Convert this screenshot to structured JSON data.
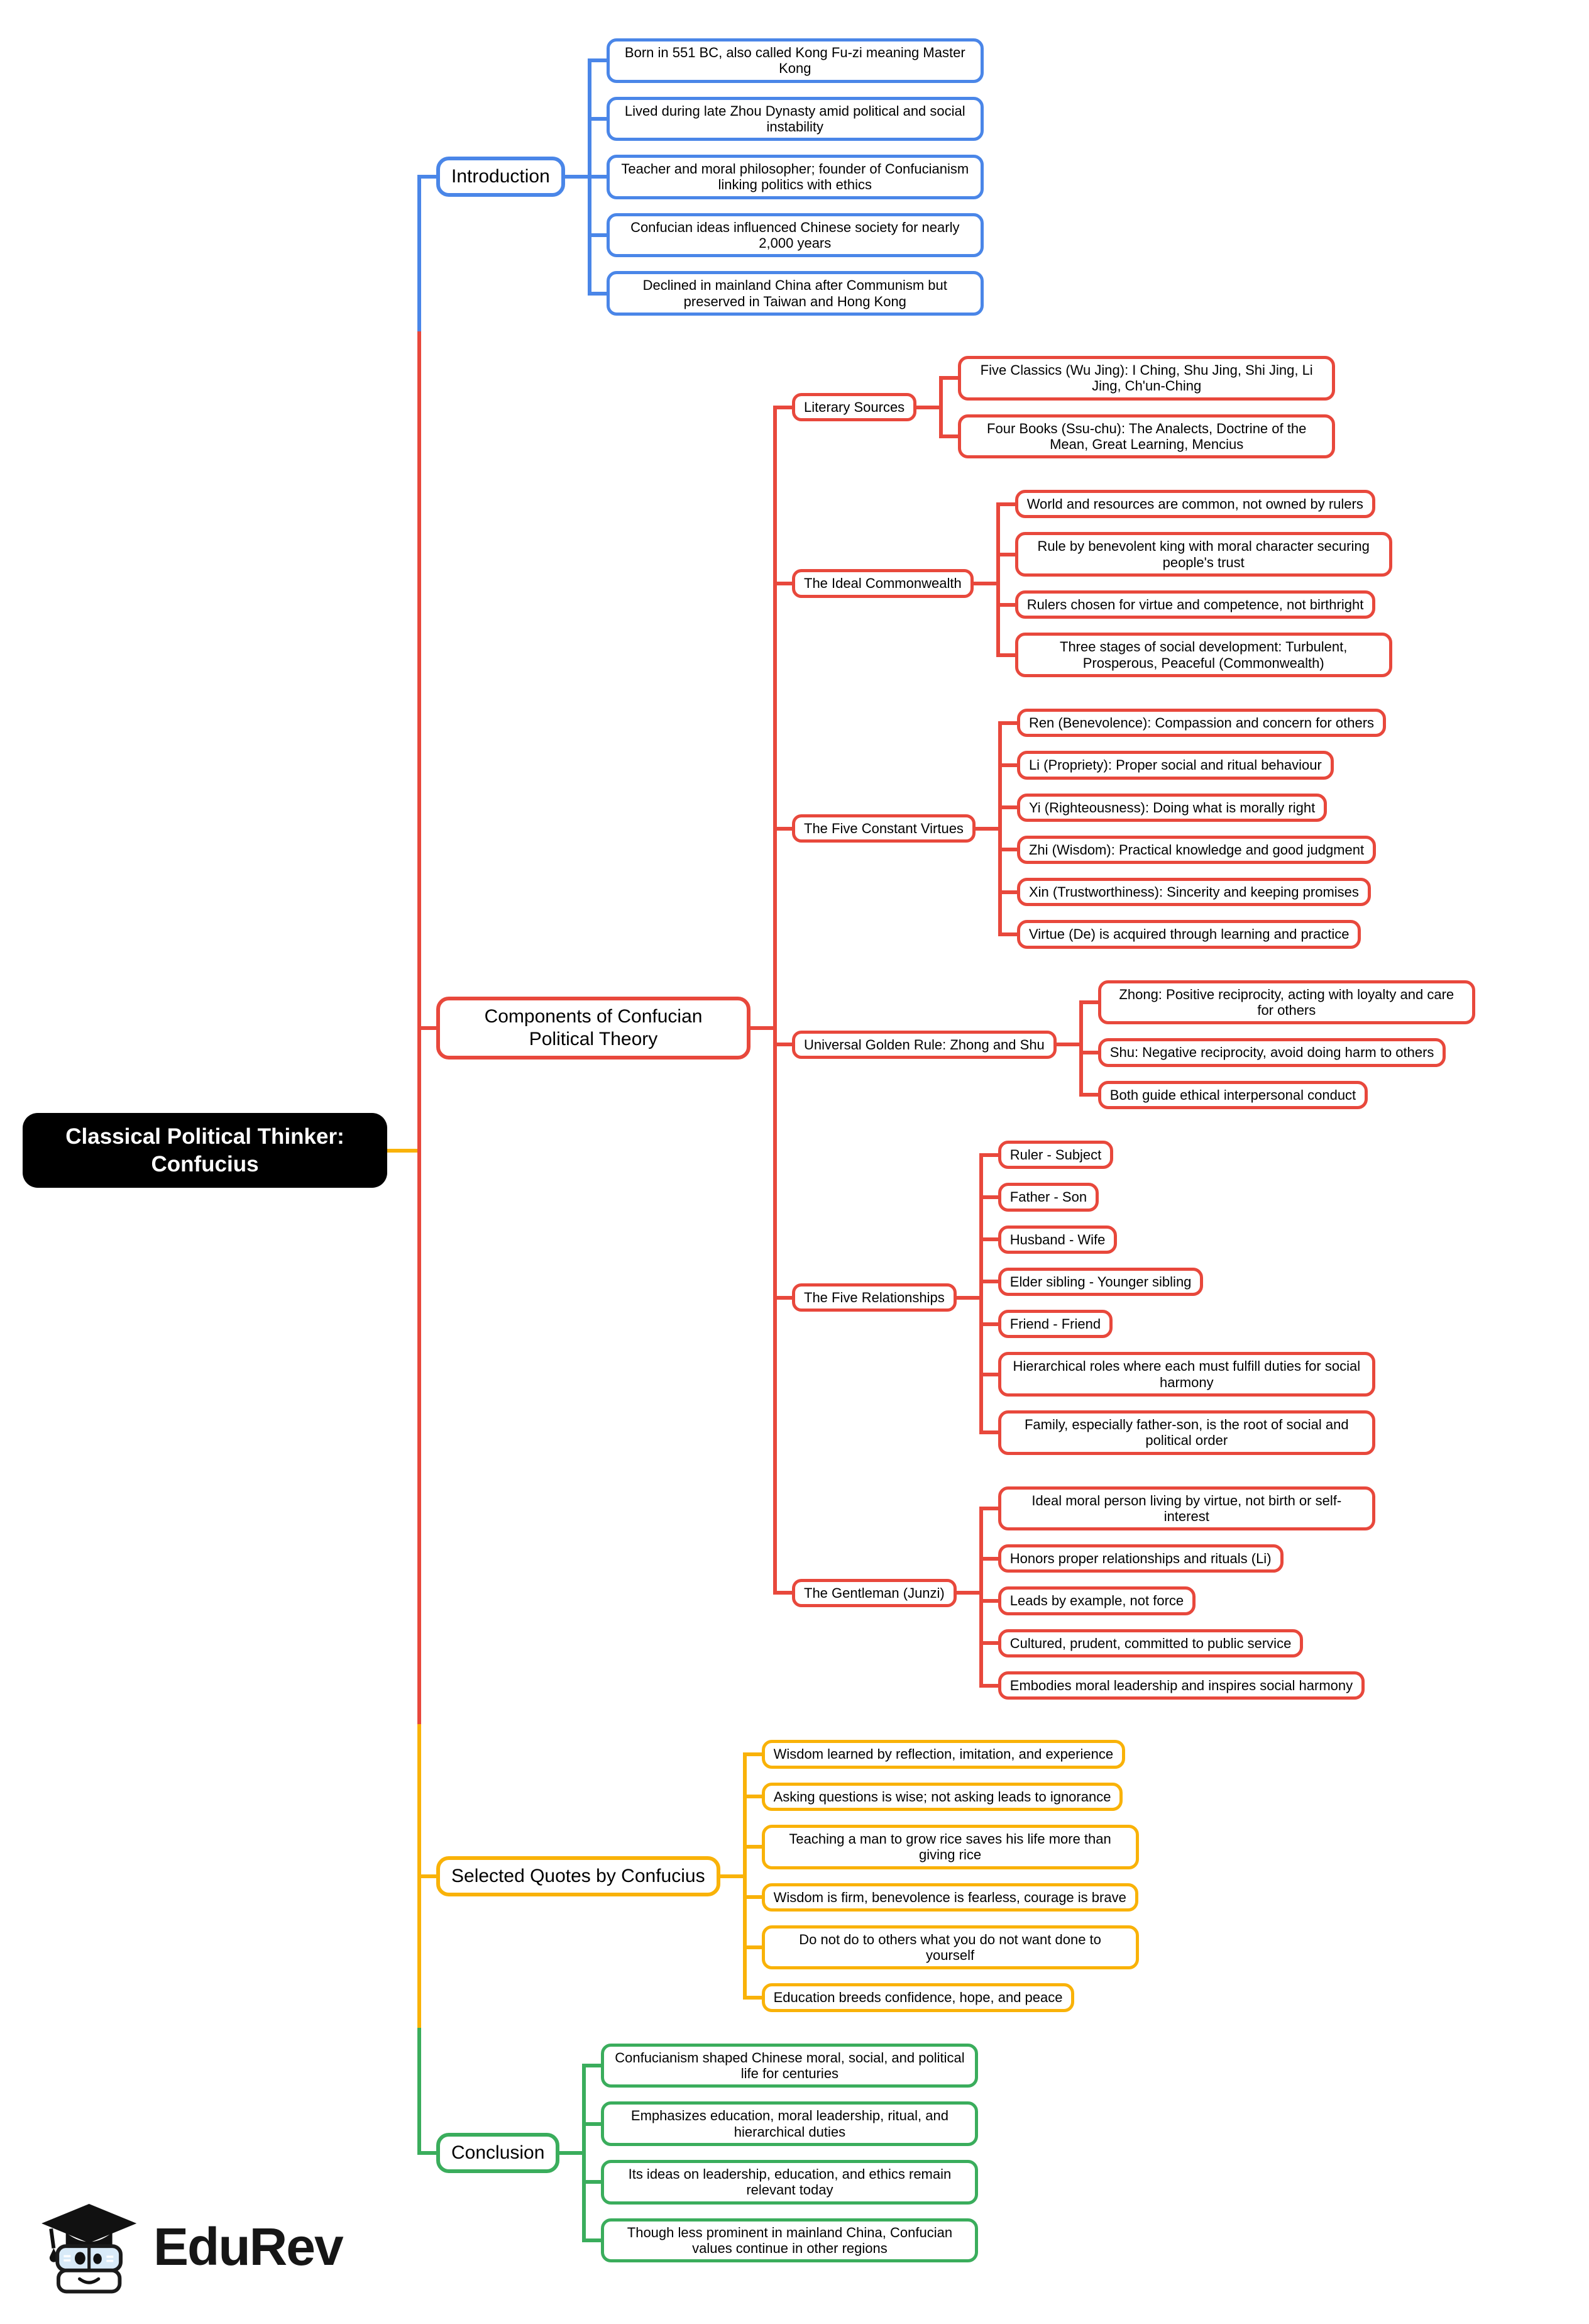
{
  "root": {
    "label": "Classical Political Thinker: Confucius"
  },
  "colors": {
    "blue": "#4a86e8",
    "red": "#e8483c",
    "yellow": "#f9b208",
    "green": "#3aad5c",
    "root_bg": "#000000"
  },
  "branches": [
    {
      "label": "Introduction",
      "color": "blue",
      "children": [
        {
          "label": "Born in 551 BC, also called Kong Fu-zi meaning Master Kong"
        },
        {
          "label": "Lived during late Zhou Dynasty amid political and social instability"
        },
        {
          "label": "Teacher and moral philosopher; founder of Confucianism linking politics with ethics"
        },
        {
          "label": "Confucian ideas influenced Chinese society for nearly 2,000 years"
        },
        {
          "label": "Declined in mainland China after Communism but preserved in Taiwan and Hong Kong"
        }
      ]
    },
    {
      "label": "Components of Confucian Political Theory",
      "color": "red",
      "children": [
        {
          "label": "Literary Sources",
          "children": [
            {
              "label": "Five Classics (Wu Jing): I Ching, Shu Jing, Shi Jing, Li Jing, Ch'un-Ching"
            },
            {
              "label": "Four Books (Ssu-chu): The Analects, Doctrine of the Mean, Great Learning, Mencius"
            }
          ]
        },
        {
          "label": "The Ideal Commonwealth",
          "children": [
            {
              "label": "World and resources are common, not owned by rulers"
            },
            {
              "label": "Rule by benevolent king with moral character securing people's trust"
            },
            {
              "label": "Rulers chosen for virtue and competence, not birthright"
            },
            {
              "label": "Three stages of social development: Turbulent, Prosperous, Peaceful (Commonwealth)"
            }
          ]
        },
        {
          "label": "The Five Constant Virtues",
          "children": [
            {
              "label": "Ren (Benevolence): Compassion and concern for others"
            },
            {
              "label": "Li (Propriety): Proper social and ritual behaviour"
            },
            {
              "label": "Yi (Righteousness): Doing what is morally right"
            },
            {
              "label": "Zhi (Wisdom): Practical knowledge and good judgment"
            },
            {
              "label": "Xin (Trustworthiness): Sincerity and keeping promises"
            },
            {
              "label": "Virtue (De) is acquired through learning and practice"
            }
          ]
        },
        {
          "label": "Universal Golden Rule: Zhong and Shu",
          "children": [
            {
              "label": "Zhong: Positive reciprocity, acting with loyalty and care for others"
            },
            {
              "label": "Shu: Negative reciprocity, avoid doing harm to others"
            },
            {
              "label": "Both guide ethical interpersonal conduct"
            }
          ]
        },
        {
          "label": "The Five Relationships",
          "children": [
            {
              "label": "Ruler - Subject"
            },
            {
              "label": "Father - Son"
            },
            {
              "label": "Husband - Wife"
            },
            {
              "label": "Elder sibling - Younger sibling"
            },
            {
              "label": "Friend - Friend"
            },
            {
              "label": "Hierarchical roles where each must fulfill duties for social harmony"
            },
            {
              "label": "Family, especially father-son, is the root of social and political order"
            }
          ]
        },
        {
          "label": "The Gentleman (Junzi)",
          "children": [
            {
              "label": "Ideal moral person living by virtue, not birth or self-interest"
            },
            {
              "label": "Honors proper relationships and rituals (Li)"
            },
            {
              "label": "Leads by example, not force"
            },
            {
              "label": "Cultured, prudent, committed to public service"
            },
            {
              "label": "Embodies moral leadership and inspires social harmony"
            }
          ]
        }
      ]
    },
    {
      "label": "Selected Quotes by Confucius",
      "color": "yellow",
      "children": [
        {
          "label": "Wisdom learned by reflection, imitation, and experience"
        },
        {
          "label": "Asking questions is wise; not asking leads to ignorance"
        },
        {
          "label": "Teaching a man to grow rice saves his life more than giving rice"
        },
        {
          "label": "Wisdom is firm, benevolence is fearless, courage is brave"
        },
        {
          "label": "Do not do to others what you do not want done to yourself"
        },
        {
          "label": "Education breeds confidence, hope, and peace"
        }
      ]
    },
    {
      "label": "Conclusion",
      "color": "green",
      "children": [
        {
          "label": "Confucianism shaped Chinese moral, social, and political life for centuries"
        },
        {
          "label": "Emphasizes education, moral leadership, ritual, and hierarchical duties"
        },
        {
          "label": "Its ideas on leadership, education, and ethics remain relevant today"
        },
        {
          "label": "Though less prominent in mainland China, Confucian values continue in other regions"
        }
      ]
    }
  ],
  "logo": {
    "brand": "EduRev",
    "icon": "edurev-graduate-books-mascot"
  }
}
